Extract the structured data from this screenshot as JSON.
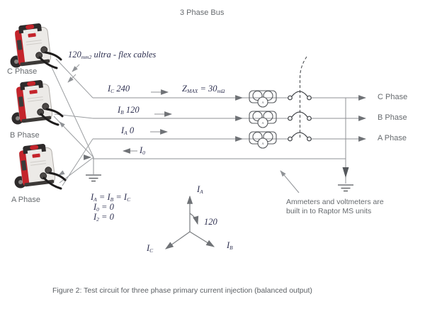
{
  "title": "3 Phase Bus",
  "caption": "Figure 2: Test circuit for three phase primary current injection (balanced output)",
  "colors": {
    "accent_red": "#c4242b",
    "line_gray": "#8f8f8f",
    "symbol_gray": "#4a4a4a",
    "text_gray": "#666a6e",
    "math_ink": "#2e3050"
  },
  "devices": {
    "c": "C Phase",
    "b": "B Phase",
    "a": "A Phase"
  },
  "cables_label": [
    {
      "t": "120"
    },
    {
      "sub": "mm2"
    },
    {
      "t": " ultra - flex cables"
    }
  ],
  "currents": {
    "ic": [
      {
        "t": "I",
        "sub": "C"
      },
      {
        "t": "  240"
      }
    ],
    "ib": [
      {
        "t": "I",
        "sub": "B"
      },
      {
        "t": " 120"
      }
    ],
    "ia": [
      {
        "t": "I",
        "sub": "A"
      },
      {
        "t": " 0"
      }
    ],
    "i0": [
      {
        "t": "I",
        "sub": "0"
      }
    ],
    "zmax": [
      {
        "t": "Z",
        "sub": "MAX"
      },
      {
        "t": " = 30"
      },
      {
        "sub": "mΩ"
      }
    ]
  },
  "bus": {
    "c": "C Phase",
    "b": "B Phase",
    "a": "A Phase"
  },
  "equations": {
    "eq1": [
      {
        "t": "I",
        "sub": "A"
      },
      {
        "t": " = "
      },
      {
        "t": "I",
        "sub": "B"
      },
      {
        "t": " = "
      },
      {
        "t": "I",
        "sub": "C"
      }
    ],
    "eq2": [
      {
        "t": "I",
        "sub": "0"
      },
      {
        "t": " = 0"
      }
    ],
    "eq3": [
      {
        "t": "I",
        "sub": "2"
      },
      {
        "t": " = 0"
      }
    ]
  },
  "phasor": {
    "ia": [
      {
        "t": "I",
        "sub": "A"
      }
    ],
    "ib": [
      {
        "t": "I",
        "sub": "B"
      }
    ],
    "ic": [
      {
        "t": "I",
        "sub": "C"
      }
    ],
    "angle": "120"
  },
  "annotation": {
    "line1": "Ammeters and voltmeters are",
    "line2": "built in to Raptor MS units"
  },
  "meter": {
    "face": "A"
  }
}
